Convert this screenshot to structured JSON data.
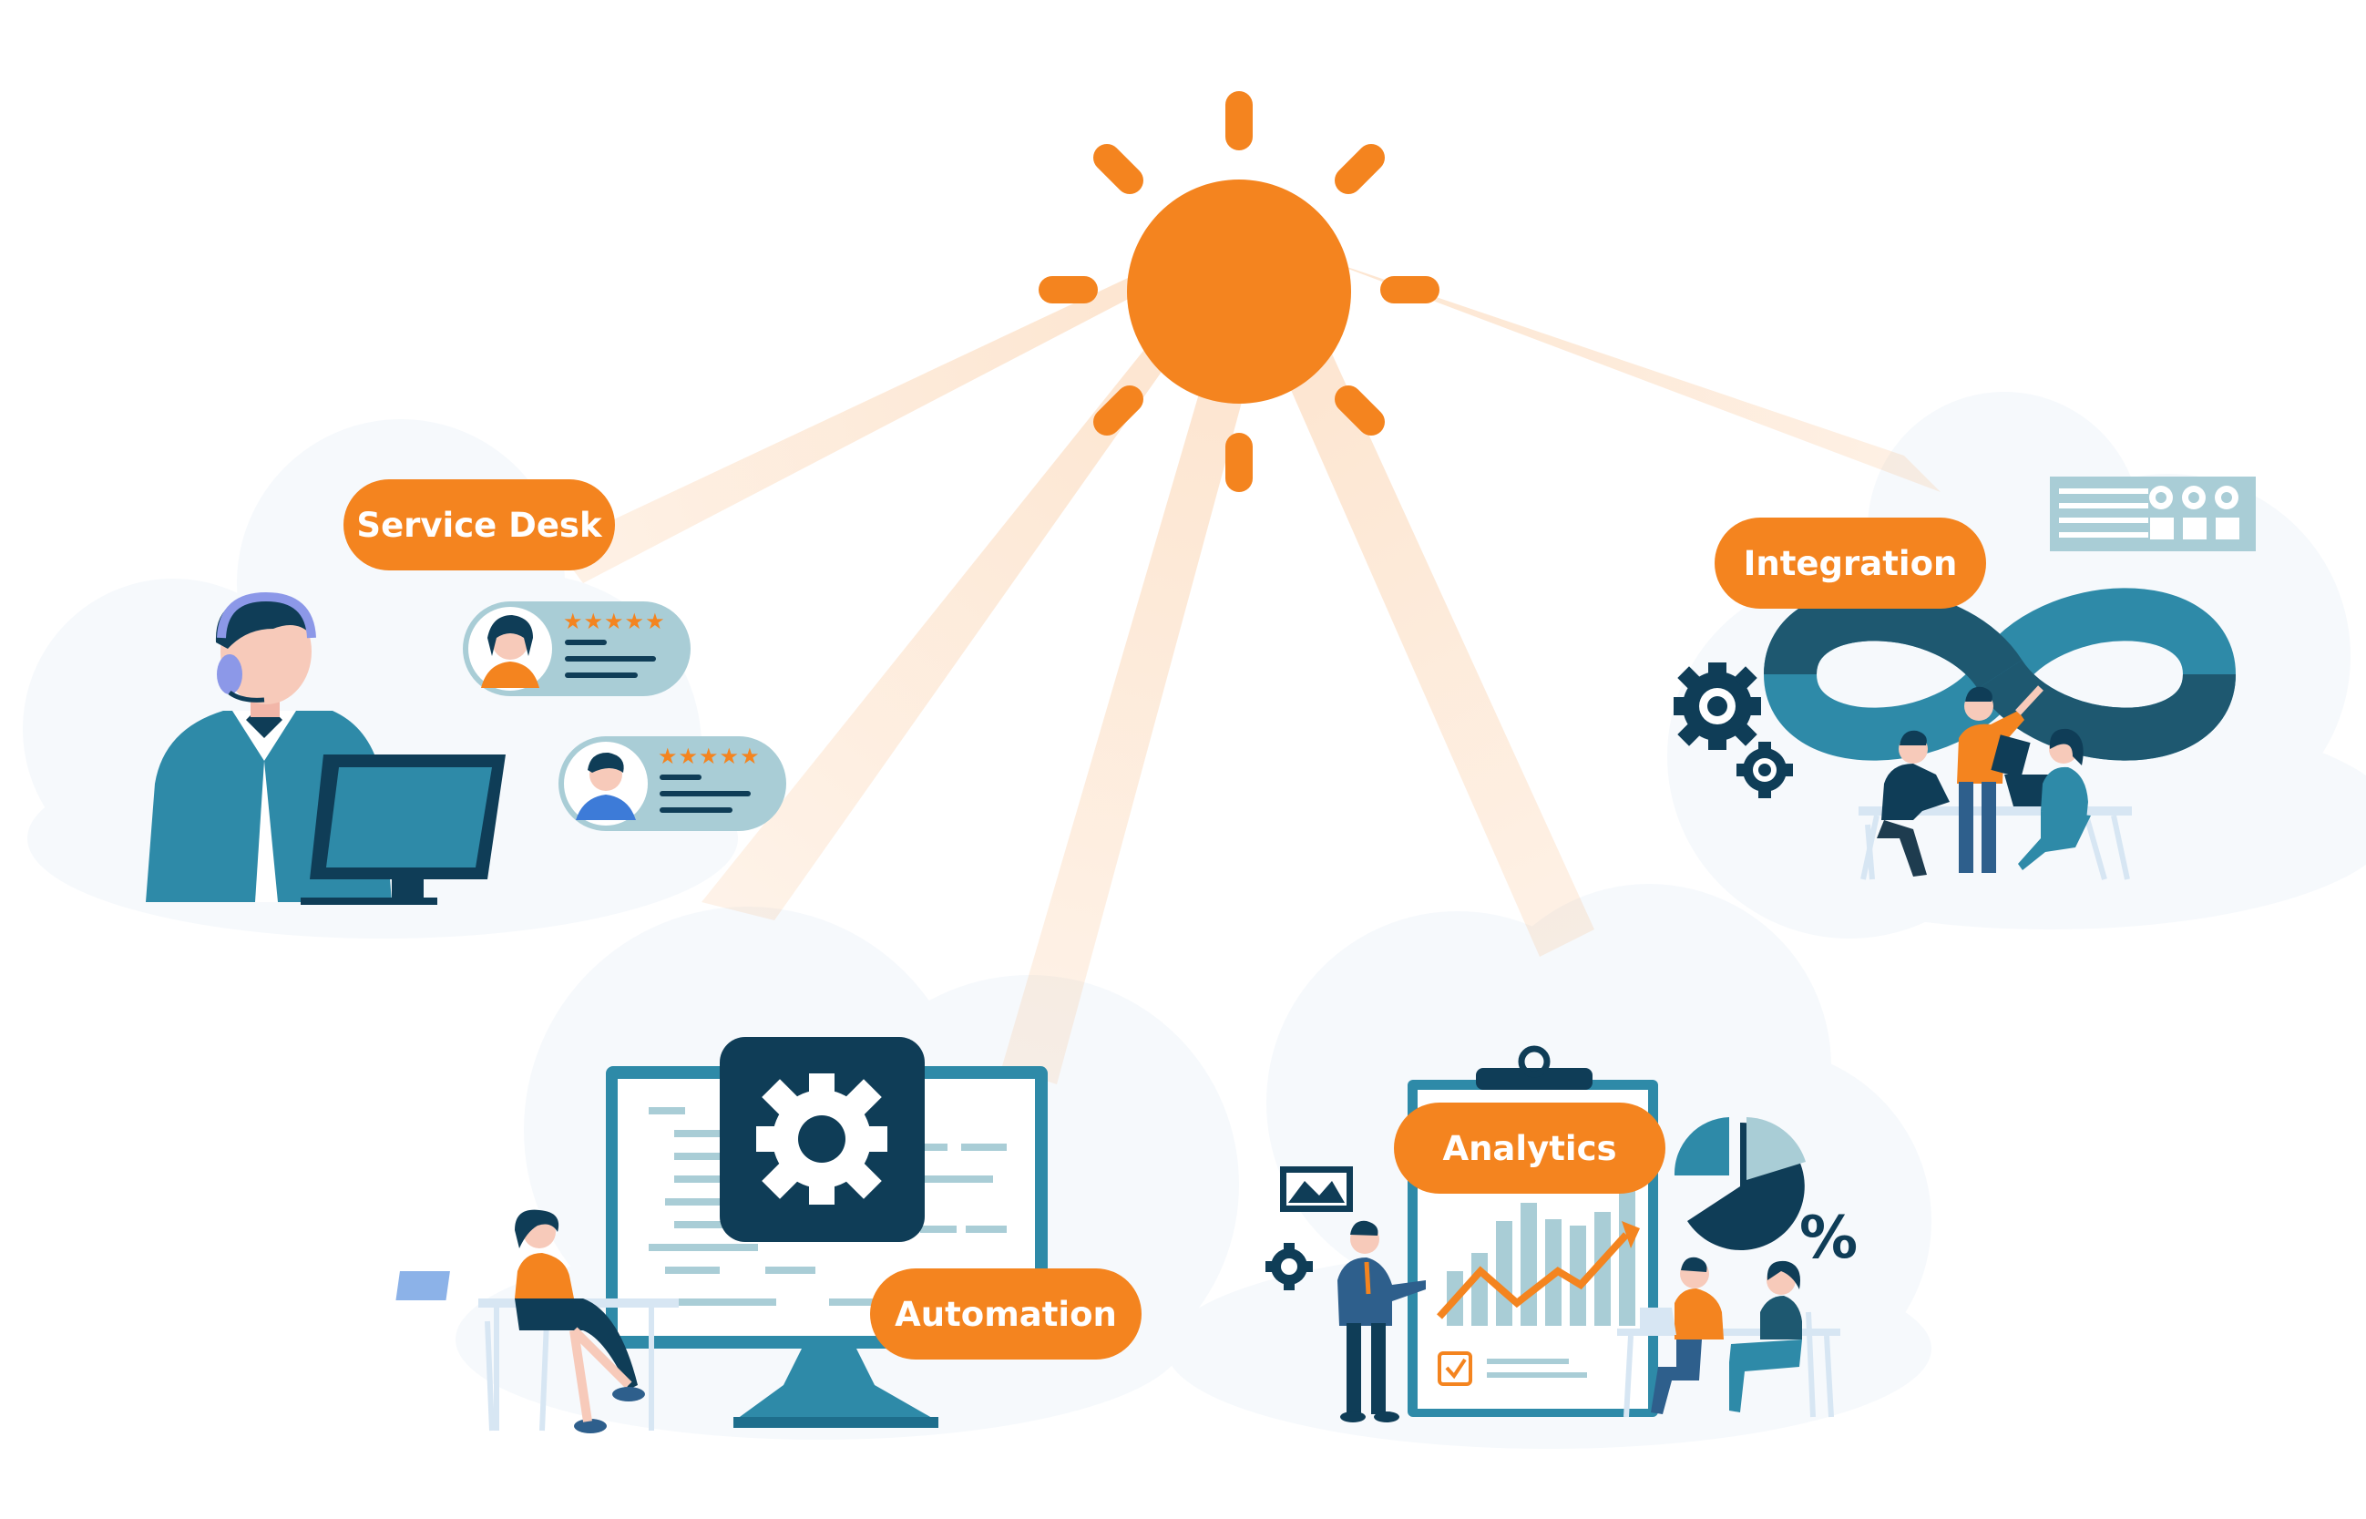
{
  "colors": {
    "accent_orange": "#F4841F",
    "navy": "#0F3D57",
    "teal": "#2E8AA8",
    "light_teal": "#A9CDD6",
    "cloud": "#F6F9FC"
  },
  "labels": {
    "service_desk": "Service Desk",
    "integration": "Integration",
    "automation": "Automation",
    "analytics": "Analytics",
    "percent": "%"
  },
  "reviews": [
    {
      "stars": "★★★★★",
      "avatar": "woman-avatar-icon"
    },
    {
      "stars": "★★★★★",
      "avatar": "man-avatar-icon"
    }
  ]
}
